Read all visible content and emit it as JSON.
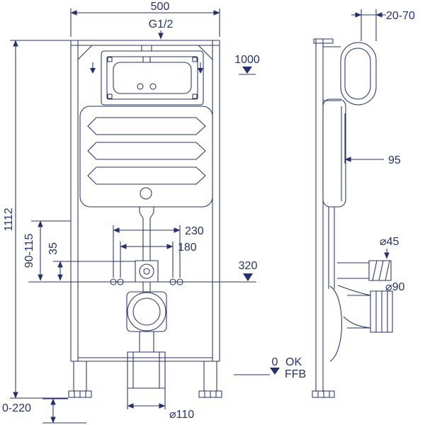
{
  "drawing": {
    "line_color": "#25316d",
    "background": "#ffffff",
    "front_view": {
      "width": "500",
      "inlet_thread": "G1/2",
      "overall_height": "1112",
      "height_datum": "1000",
      "fixing_span_outer": "230",
      "fixing_span_inner": "180",
      "outlet_height_range": "90-115",
      "inlet_offset": "35",
      "supply_datum": "320",
      "drain_diameter": "⌀110",
      "foot_adjust_range": "0-220"
    },
    "side_view": {
      "plate_depth_range": "20-70",
      "frame_depth": "95",
      "supply_diameter": "⌀45",
      "outlet_diameter": "⌀90",
      "floor_zero": "0",
      "floor_ok": "OK",
      "floor_ffb": "FFB"
    }
  }
}
